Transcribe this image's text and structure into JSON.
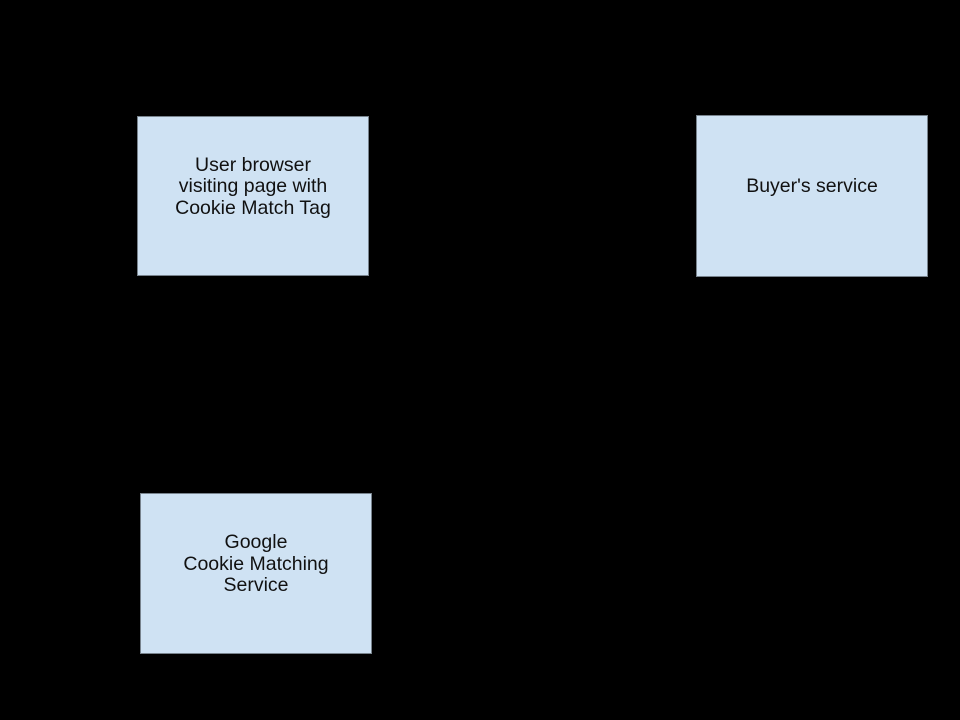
{
  "diagram": {
    "background_color": "#000000",
    "node_fill_color": "#cfe2f3",
    "node_border_color": "#8699a9",
    "node_text_color": "#111111",
    "nodes": [
      {
        "id": "user-browser",
        "label": "User browser\nvisiting page with\nCookie Match Tag"
      },
      {
        "id": "buyers-service",
        "label": "Buyer's service"
      },
      {
        "id": "google-cookie-matching-service",
        "label": "Google\nCookie Matching\nService"
      }
    ]
  }
}
